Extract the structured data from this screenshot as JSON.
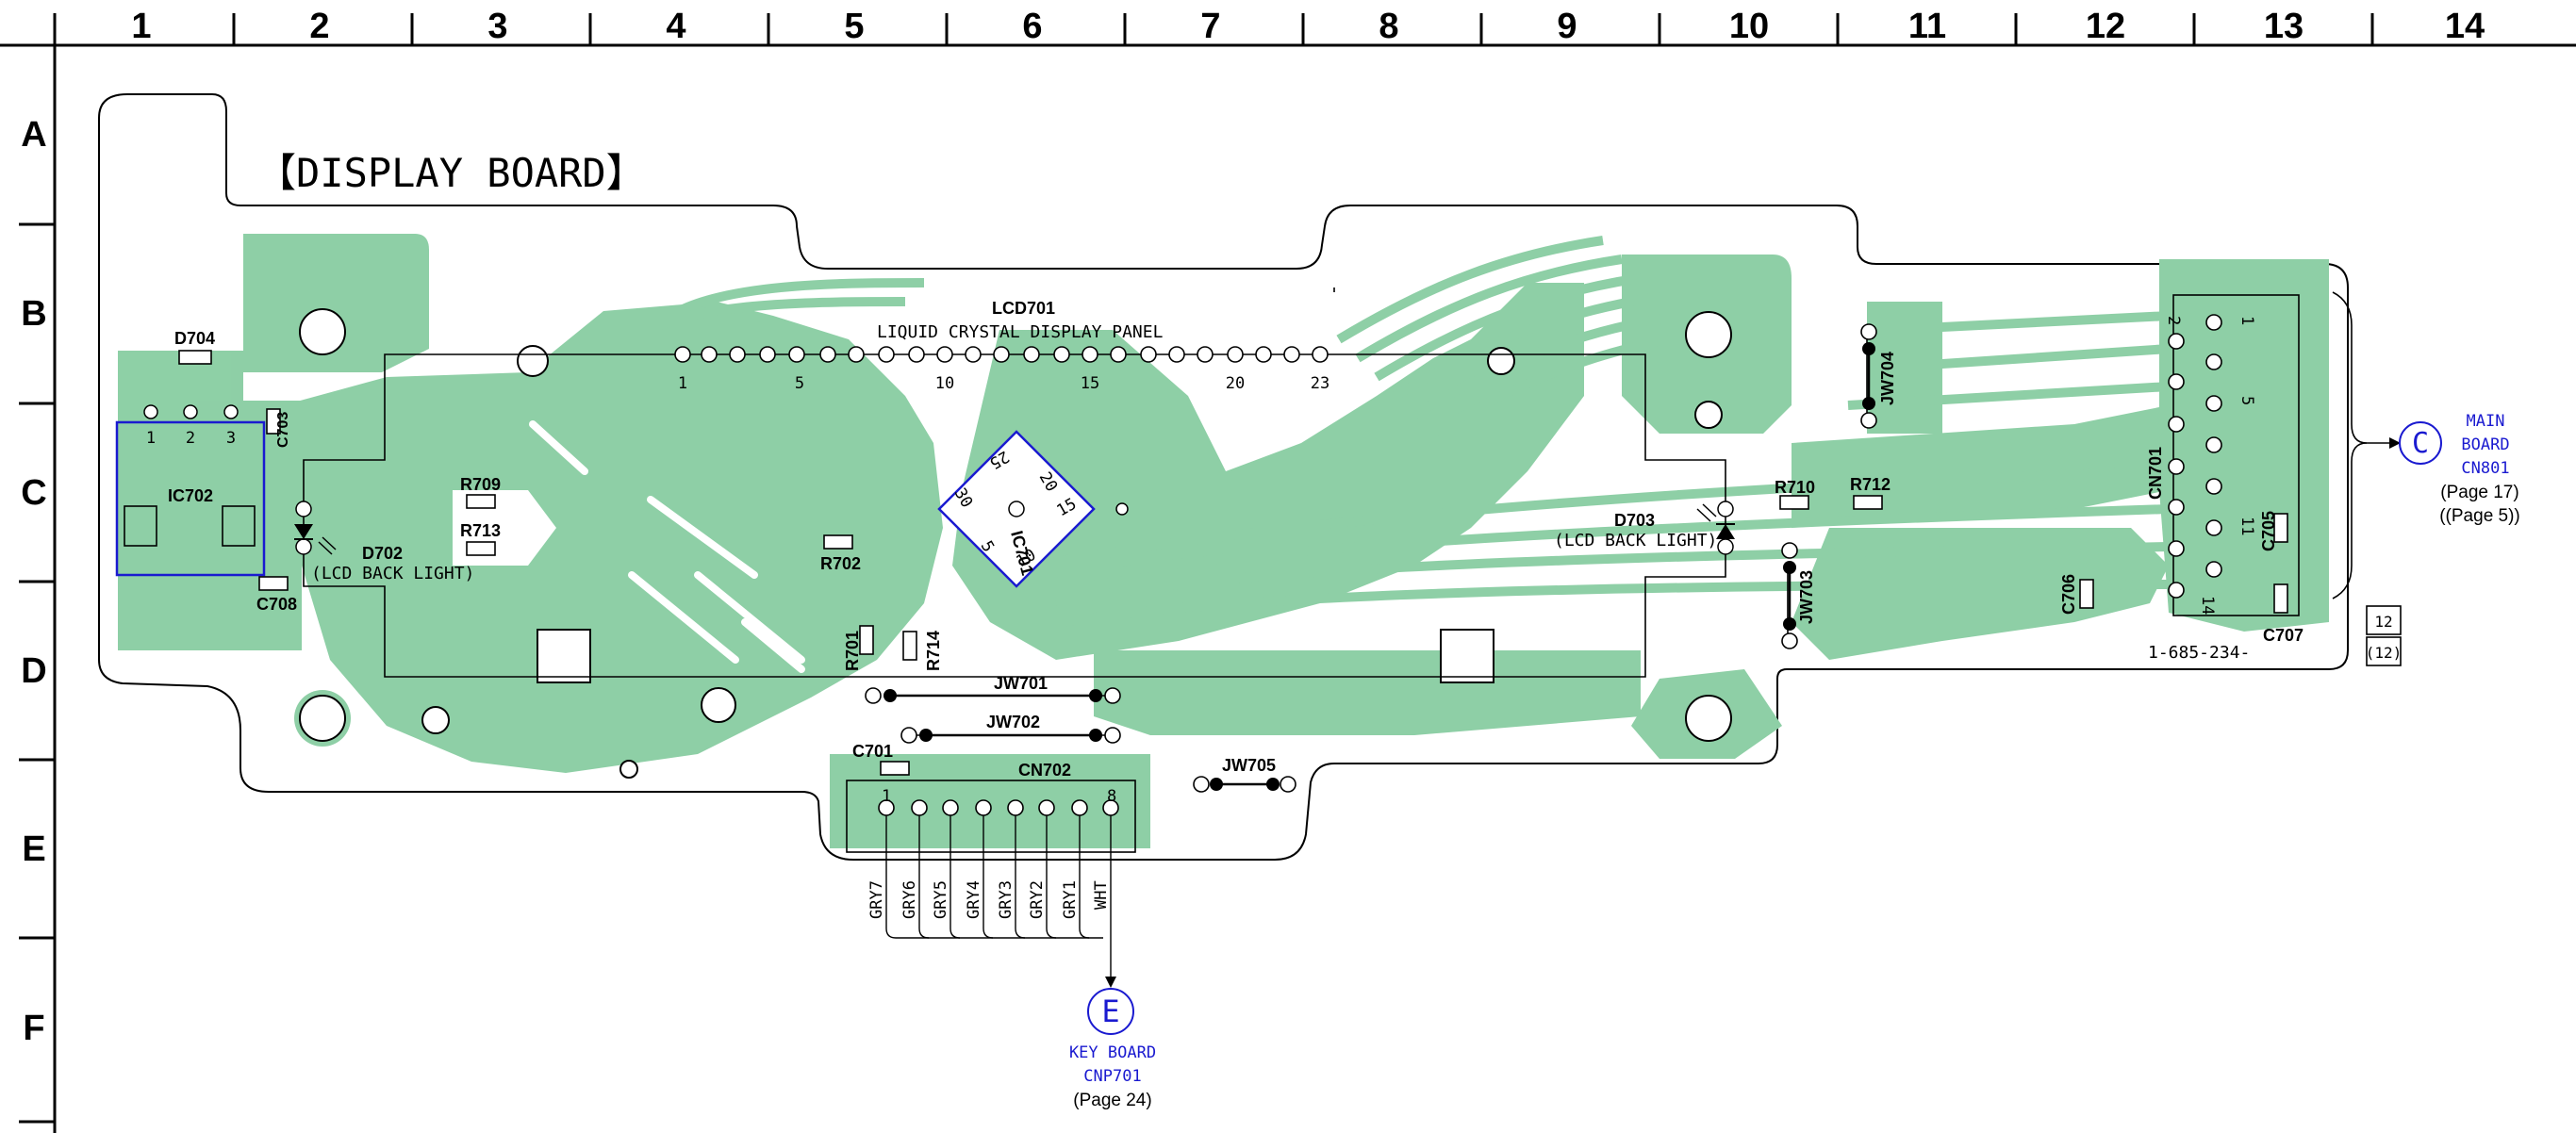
{
  "grid": {
    "columns": [
      "1",
      "2",
      "3",
      "4",
      "5",
      "6",
      "7",
      "8",
      "9",
      "10",
      "11",
      "12",
      "13",
      "14"
    ],
    "rows": [
      "A",
      "B",
      "C",
      "D",
      "E",
      "F"
    ]
  },
  "board_title": "【DISPLAY BOARD】",
  "lcd": {
    "ref": "LCD701",
    "name": "LIQUID CRYSTAL DISPLAY PANEL",
    "pin_labels": [
      "1",
      "5",
      "10",
      "15",
      "20",
      "23"
    ]
  },
  "ic701": {
    "ref": "IC701",
    "pins": [
      "30",
      "25",
      "20",
      "15",
      "10",
      "5"
    ]
  },
  "ic702": {
    "ref": "IC702",
    "pins": [
      "1",
      "2",
      "3"
    ]
  },
  "components": {
    "d704": "D704",
    "c703": "C703",
    "d702": "D702",
    "d702_desc": "(LCD BACK LIGHT)",
    "c708": "C708",
    "r709": "R709",
    "r713": "R713",
    "r702": "R702",
    "r701": "R701",
    "r714": "R714",
    "jw701": "JW701",
    "jw702": "JW702",
    "c701": "C701",
    "cn702": "CN702",
    "jw705": "JW705",
    "jw704": "JW704",
    "d703": "D703",
    "d703_desc": "(LCD BACK LIGHT)",
    "r710": "R710",
    "r712": "R712",
    "jw703": "JW703",
    "cn701": "CN701",
    "c705": "C705",
    "c706": "C706",
    "c707": "C707"
  },
  "cn702_pins": {
    "first": "1",
    "last": "8"
  },
  "cn701_pins": [
    "1",
    "2",
    "5",
    "11",
    "14"
  ],
  "wires": [
    "GRY7",
    "GRY6",
    "GRY5",
    "GRY4",
    "GRY3",
    "GRY2",
    "GRY1",
    "WHT"
  ],
  "board_number": "1-685-234-",
  "rev_box": [
    "12",
    "(12)"
  ],
  "connector_c": {
    "letter": "C",
    "line1": "MAIN",
    "line2": "BOARD",
    "line3": "CN801",
    "page1": "(Page 17)",
    "page2": "((Page 5))"
  },
  "connector_e": {
    "letter": "E",
    "line1": "KEY BOARD",
    "line2": "CNP701",
    "page": "(Page 24)"
  },
  "colors": {
    "copper": "#8ecfa6",
    "outline": "#000000",
    "highlight": "#1a1ad0"
  }
}
